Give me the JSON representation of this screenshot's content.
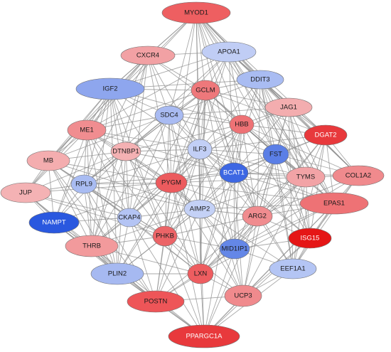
{
  "network": {
    "nodes": [
      {
        "id": "MYOD1",
        "color": "#ee5f61"
      },
      {
        "id": "CXCR4",
        "color": "#f2a1a4"
      },
      {
        "id": "APOA1",
        "color": "#c0cdf5"
      },
      {
        "id": "IGF2",
        "color": "#8ea6ee"
      },
      {
        "id": "DDIT3",
        "color": "#a9bcf2"
      },
      {
        "id": "GCLM",
        "color": "#ee787b"
      },
      {
        "id": "JAG1",
        "color": "#f3adaf"
      },
      {
        "id": "SDC4",
        "color": "#a9bbf2"
      },
      {
        "id": "HBB",
        "color": "#ee7275"
      },
      {
        "id": "DGAT2",
        "color": "#e8393c"
      },
      {
        "id": "ME1",
        "color": "#f08d90"
      },
      {
        "id": "DTNBP1",
        "color": "#f4b1b3"
      },
      {
        "id": "ILF3",
        "color": "#c2cff6"
      },
      {
        "id": "FST",
        "color": "#5b7fe6"
      },
      {
        "id": "MB",
        "color": "#f4adaf"
      },
      {
        "id": "BCAT1",
        "color": "#3d67e3"
      },
      {
        "id": "TYMS",
        "color": "#f2a3a6"
      },
      {
        "id": "COL1A2",
        "color": "#f08a8d"
      },
      {
        "id": "RPL9",
        "color": "#a9bcf2"
      },
      {
        "id": "PYGM",
        "color": "#ec5b5e"
      },
      {
        "id": "JUP",
        "color": "#f4b2b4"
      },
      {
        "id": "EPAS1",
        "color": "#ee7275"
      },
      {
        "id": "AIMP2",
        "color": "#c4d1f6"
      },
      {
        "id": "ARG2",
        "color": "#f08c8f"
      },
      {
        "id": "CKAP4",
        "color": "#b4c4f4"
      },
      {
        "id": "NAMPT",
        "color": "#2a58df"
      },
      {
        "id": "ISG15",
        "color": "#e51616"
      },
      {
        "id": "PHKB",
        "color": "#ec6467"
      },
      {
        "id": "THRB",
        "color": "#f29a9c"
      },
      {
        "id": "MID1IP1",
        "color": "#6487e7"
      },
      {
        "id": "EEF1A1",
        "color": "#b4c5f4"
      },
      {
        "id": "PLIN2",
        "color": "#a6b9f1"
      },
      {
        "id": "LXN",
        "color": "#ee5d60"
      },
      {
        "id": "UCP3",
        "color": "#f08a8d"
      },
      {
        "id": "POSTN",
        "color": "#ee5558"
      },
      {
        "id": "PPARGC1A",
        "color": "#e8393c"
      }
    ],
    "edges": [
      [
        "MYOD1",
        "APOA1"
      ],
      [
        "MYOD1",
        "CXCR4"
      ],
      [
        "MYOD1",
        "DDIT3"
      ],
      [
        "MYOD1",
        "IGF2"
      ],
      [
        "MYOD1",
        "GCLM"
      ],
      [
        "MYOD1",
        "JAG1"
      ],
      [
        "MYOD1",
        "DGAT2"
      ],
      [
        "MYOD1",
        "HBB"
      ],
      [
        "MYOD1",
        "SDC4"
      ],
      [
        "MYOD1",
        "ILF3"
      ],
      [
        "MYOD1",
        "FST"
      ],
      [
        "MYOD1",
        "BCAT1"
      ],
      [
        "MYOD1",
        "PYGM"
      ],
      [
        "MYOD1",
        "ME1"
      ],
      [
        "MYOD1",
        "MB"
      ],
      [
        "MYOD1",
        "TYMS"
      ],
      [
        "MYOD1",
        "COL1A2"
      ],
      [
        "MYOD1",
        "EPAS1"
      ],
      [
        "MYOD1",
        "AIMP2"
      ],
      [
        "MYOD1",
        "ARG2"
      ],
      [
        "CXCR4",
        "IGF2"
      ],
      [
        "CXCR4",
        "APOA1"
      ],
      [
        "CXCR4",
        "GCLM"
      ],
      [
        "CXCR4",
        "SDC4"
      ],
      [
        "CXCR4",
        "ME1"
      ],
      [
        "CXCR4",
        "MB"
      ],
      [
        "CXCR4",
        "DTNBP1"
      ],
      [
        "CXCR4",
        "JUP"
      ],
      [
        "CXCR4",
        "RPL9"
      ],
      [
        "CXCR4",
        "HBB"
      ],
      [
        "CXCR4",
        "THRB"
      ],
      [
        "CXCR4",
        "CKAP4"
      ],
      [
        "CXCR4",
        "PYGM"
      ],
      [
        "CXCR4",
        "ILF3"
      ],
      [
        "APOA1",
        "DDIT3"
      ],
      [
        "APOA1",
        "JAG1"
      ],
      [
        "APOA1",
        "DGAT2"
      ],
      [
        "APOA1",
        "HBB"
      ],
      [
        "APOA1",
        "FST"
      ],
      [
        "APOA1",
        "IGF2"
      ],
      [
        "APOA1",
        "GCLM"
      ],
      [
        "APOA1",
        "SDC4"
      ],
      [
        "APOA1",
        "TYMS"
      ],
      [
        "APOA1",
        "COL1A2"
      ],
      [
        "APOA1",
        "EPAS1"
      ],
      [
        "APOA1",
        "ILF3"
      ],
      [
        "APOA1",
        "PYGM"
      ],
      [
        "APOA1",
        "ME1"
      ],
      [
        "APOA1",
        "RPL9"
      ],
      [
        "APOA1",
        "BCAT1"
      ],
      [
        "IGF2",
        "SDC4"
      ],
      [
        "IGF2",
        "ME1"
      ],
      [
        "IGF2",
        "MB"
      ],
      [
        "IGF2",
        "JUP"
      ],
      [
        "IGF2",
        "GCLM"
      ],
      [
        "IGF2",
        "DTNBP1"
      ],
      [
        "IGF2",
        "RPL9"
      ],
      [
        "IGF2",
        "NAMPT"
      ],
      [
        "IGF2",
        "ILF3"
      ],
      [
        "IGF2",
        "PYGM"
      ],
      [
        "IGF2",
        "HBB"
      ],
      [
        "IGF2",
        "THRB"
      ],
      [
        "IGF2",
        "PHKB"
      ],
      [
        "IGF2",
        "CKAP4"
      ],
      [
        "IGF2",
        "PLIN2"
      ],
      [
        "IGF2",
        "DDIT3"
      ],
      [
        "DDIT3",
        "JAG1"
      ],
      [
        "DDIT3",
        "GCLM"
      ],
      [
        "DDIT3",
        "HBB"
      ],
      [
        "DDIT3",
        "DGAT2"
      ],
      [
        "DDIT3",
        "FST"
      ],
      [
        "DDIT3",
        "TYMS"
      ],
      [
        "DDIT3",
        "COL1A2"
      ],
      [
        "DDIT3",
        "EPAS1"
      ],
      [
        "DDIT3",
        "SDC4"
      ],
      [
        "DDIT3",
        "ILF3"
      ],
      [
        "DDIT3",
        "BCAT1"
      ],
      [
        "DDIT3",
        "ISG15"
      ],
      [
        "DDIT3",
        "EEF1A1"
      ],
      [
        "DDIT3",
        "ARG2"
      ],
      [
        "GCLM",
        "HBB"
      ],
      [
        "GCLM",
        "SDC4"
      ],
      [
        "GCLM",
        "JAG1"
      ],
      [
        "GCLM",
        "ILF3"
      ],
      [
        "GCLM",
        "FST"
      ],
      [
        "GCLM",
        "BCAT1"
      ],
      [
        "GCLM",
        "DTNBP1"
      ],
      [
        "GCLM",
        "ME1"
      ],
      [
        "GCLM",
        "PYGM"
      ],
      [
        "GCLM",
        "AIMP2"
      ],
      [
        "GCLM",
        "ARG2"
      ],
      [
        "GCLM",
        "TYMS"
      ],
      [
        "GCLM",
        "DGAT2"
      ],
      [
        "GCLM",
        "RPL9"
      ],
      [
        "GCLM",
        "CKAP4"
      ],
      [
        "GCLM",
        "PHKB"
      ],
      [
        "GCLM",
        "MID1IP1"
      ],
      [
        "GCLM",
        "LXN"
      ],
      [
        "JAG1",
        "DGAT2"
      ],
      [
        "JAG1",
        "HBB"
      ],
      [
        "JAG1",
        "FST"
      ],
      [
        "JAG1",
        "TYMS"
      ],
      [
        "JAG1",
        "COL1A2"
      ],
      [
        "JAG1",
        "EPAS1"
      ],
      [
        "JAG1",
        "BCAT1"
      ],
      [
        "JAG1",
        "ARG2"
      ],
      [
        "JAG1",
        "ISG15"
      ],
      [
        "JAG1",
        "EEF1A1"
      ],
      [
        "JAG1",
        "ILF3"
      ],
      [
        "JAG1",
        "SDC4"
      ],
      [
        "SDC4",
        "ME1"
      ],
      [
        "SDC4",
        "DTNBP1"
      ],
      [
        "SDC4",
        "ILF3"
      ],
      [
        "SDC4",
        "HBB"
      ],
      [
        "SDC4",
        "PYGM"
      ],
      [
        "SDC4",
        "RPL9"
      ],
      [
        "SDC4",
        "MB"
      ],
      [
        "SDC4",
        "BCAT1"
      ],
      [
        "SDC4",
        "AIMP2"
      ],
      [
        "SDC4",
        "CKAP4"
      ],
      [
        "SDC4",
        "PHKB"
      ],
      [
        "SDC4",
        "FST"
      ],
      [
        "SDC4",
        "THRB"
      ],
      [
        "SDC4",
        "LXN"
      ],
      [
        "HBB",
        "DGAT2"
      ],
      [
        "HBB",
        "FST"
      ],
      [
        "HBB",
        "ILF3"
      ],
      [
        "HBB",
        "BCAT1"
      ],
      [
        "HBB",
        "PYGM"
      ],
      [
        "HBB",
        "TYMS"
      ],
      [
        "HBB",
        "ARG2"
      ],
      [
        "HBB",
        "AIMP2"
      ],
      [
        "HBB",
        "EPAS1"
      ],
      [
        "HBB",
        "MID1IP1"
      ],
      [
        "HBB",
        "PHKB"
      ],
      [
        "HBB",
        "LXN"
      ],
      [
        "HBB",
        "COL1A2"
      ],
      [
        "HBB",
        "ISG15"
      ],
      [
        "HBB",
        "DTNBP1"
      ],
      [
        "DGAT2",
        "FST"
      ],
      [
        "DGAT2",
        "TYMS"
      ],
      [
        "DGAT2",
        "COL1A2"
      ],
      [
        "DGAT2",
        "EPAS1"
      ],
      [
        "DGAT2",
        "ISG15"
      ],
      [
        "DGAT2",
        "BCAT1"
      ],
      [
        "DGAT2",
        "ARG2"
      ],
      [
        "DGAT2",
        "EEF1A1"
      ],
      [
        "DGAT2",
        "MID1IP1"
      ],
      [
        "DGAT2",
        "ILF3"
      ],
      [
        "ME1",
        "MB"
      ],
      [
        "ME1",
        "DTNBP1"
      ],
      [
        "ME1",
        "JUP"
      ],
      [
        "ME1",
        "RPL9"
      ],
      [
        "ME1",
        "ILF3"
      ],
      [
        "ME1",
        "PYGM"
      ],
      [
        "ME1",
        "NAMPT"
      ],
      [
        "ME1",
        "CKAP4"
      ],
      [
        "ME1",
        "THRB"
      ],
      [
        "ME1",
        "PHKB"
      ],
      [
        "ME1",
        "AIMP2"
      ],
      [
        "ME1",
        "BCAT1"
      ],
      [
        "ME1",
        "PLIN2"
      ],
      [
        "DTNBP1",
        "ILF3"
      ],
      [
        "DTNBP1",
        "MB"
      ],
      [
        "DTNBP1",
        "RPL9"
      ],
      [
        "DTNBP1",
        "PYGM"
      ],
      [
        "DTNBP1",
        "JUP"
      ],
      [
        "DTNBP1",
        "CKAP4"
      ],
      [
        "DTNBP1",
        "AIMP2"
      ],
      [
        "DTNBP1",
        "NAMPT"
      ],
      [
        "DTNBP1",
        "THRB"
      ],
      [
        "DTNBP1",
        "PHKB"
      ],
      [
        "DTNBP1",
        "BCAT1"
      ],
      [
        "DTNBP1",
        "PLIN2"
      ],
      [
        "DTNBP1",
        "LXN"
      ],
      [
        "ILF3",
        "FST"
      ],
      [
        "ILF3",
        "BCAT1"
      ],
      [
        "ILF3",
        "PYGM"
      ],
      [
        "ILF3",
        "AIMP2"
      ],
      [
        "ILF3",
        "ARG2"
      ],
      [
        "ILF3",
        "TYMS"
      ],
      [
        "ILF3",
        "RPL9"
      ],
      [
        "ILF3",
        "CKAP4"
      ],
      [
        "ILF3",
        "PHKB"
      ],
      [
        "ILF3",
        "MID1IP1"
      ],
      [
        "ILF3",
        "LXN"
      ],
      [
        "ILF3",
        "EPAS1"
      ],
      [
        "ILF3",
        "ISG15"
      ],
      [
        "ILF3",
        "THRB"
      ],
      [
        "ILF3",
        "PLIN2"
      ],
      [
        "ILF3",
        "UCP3"
      ],
      [
        "ILF3",
        "POSTN"
      ],
      [
        "FST",
        "BCAT1"
      ],
      [
        "FST",
        "TYMS"
      ],
      [
        "FST",
        "COL1A2"
      ],
      [
        "FST",
        "EPAS1"
      ],
      [
        "FST",
        "ARG2"
      ],
      [
        "FST",
        "AIMP2"
      ],
      [
        "FST",
        "ISG15"
      ],
      [
        "FST",
        "MID1IP1"
      ],
      [
        "FST",
        "EEF1A1"
      ],
      [
        "FST",
        "PYGM"
      ],
      [
        "FST",
        "LXN"
      ],
      [
        "FST",
        "UCP3"
      ],
      [
        "MB",
        "JUP"
      ],
      [
        "MB",
        "RPL9"
      ],
      [
        "MB",
        "NAMPT"
      ],
      [
        "MB",
        "PYGM"
      ],
      [
        "MB",
        "CKAP4"
      ],
      [
        "MB",
        "THRB"
      ],
      [
        "MB",
        "PLIN2"
      ],
      [
        "MB",
        "PHKB"
      ],
      [
        "MB",
        "AIMP2"
      ],
      [
        "MB",
        "POSTN"
      ],
      [
        "BCAT1",
        "PYGM"
      ],
      [
        "BCAT1",
        "AIMP2"
      ],
      [
        "BCAT1",
        "ARG2"
      ],
      [
        "BCAT1",
        "TYMS"
      ],
      [
        "BCAT1",
        "EPAS1"
      ],
      [
        "BCAT1",
        "MID1IP1"
      ],
      [
        "BCAT1",
        "PHKB"
      ],
      [
        "BCAT1",
        "LXN"
      ],
      [
        "BCAT1",
        "ISG15"
      ],
      [
        "BCAT1",
        "EEF1A1"
      ],
      [
        "BCAT1",
        "UCP3"
      ],
      [
        "BCAT1",
        "RPL9"
      ],
      [
        "BCAT1",
        "COL1A2"
      ],
      [
        "BCAT1",
        "PPARGC1A"
      ],
      [
        "TYMS",
        "COL1A2"
      ],
      [
        "TYMS",
        "EPAS1"
      ],
      [
        "TYMS",
        "ARG2"
      ],
      [
        "TYMS",
        "ISG15"
      ],
      [
        "TYMS",
        "EEF1A1"
      ],
      [
        "TYMS",
        "MID1IP1"
      ],
      [
        "TYMS",
        "AIMP2"
      ],
      [
        "TYMS",
        "LXN"
      ],
      [
        "TYMS",
        "UCP3"
      ],
      [
        "TYMS",
        "PYGM"
      ],
      [
        "COL1A2",
        "EPAS1"
      ],
      [
        "COL1A2",
        "ISG15"
      ],
      [
        "COL1A2",
        "EEF1A1"
      ],
      [
        "COL1A2",
        "ARG2"
      ],
      [
        "COL1A2",
        "MID1IP1"
      ],
      [
        "RPL9",
        "JUP"
      ],
      [
        "RPL9",
        "NAMPT"
      ],
      [
        "RPL9",
        "CKAP4"
      ],
      [
        "RPL9",
        "PYGM"
      ],
      [
        "RPL9",
        "THRB"
      ],
      [
        "RPL9",
        "AIMP2"
      ],
      [
        "RPL9",
        "PHKB"
      ],
      [
        "RPL9",
        "PLIN2"
      ],
      [
        "RPL9",
        "POSTN"
      ],
      [
        "RPL9",
        "LXN"
      ],
      [
        "PYGM",
        "AIMP2"
      ],
      [
        "PYGM",
        "ARG2"
      ],
      [
        "PYGM",
        "PHKB"
      ],
      [
        "PYGM",
        "CKAP4"
      ],
      [
        "PYGM",
        "LXN"
      ],
      [
        "PYGM",
        "MID1IP1"
      ],
      [
        "PYGM",
        "THRB"
      ],
      [
        "PYGM",
        "PLIN2"
      ],
      [
        "PYGM",
        "POSTN"
      ],
      [
        "PYGM",
        "UCP3"
      ],
      [
        "PYGM",
        "NAMPT"
      ],
      [
        "PYGM",
        "EPAS1"
      ],
      [
        "PYGM",
        "PPARGC1A"
      ],
      [
        "PYGM",
        "JUP"
      ],
      [
        "JUP",
        "NAMPT"
      ],
      [
        "JUP",
        "THRB"
      ],
      [
        "JUP",
        "CKAP4"
      ],
      [
        "JUP",
        "PLIN2"
      ],
      [
        "JUP",
        "POSTN"
      ],
      [
        "JUP",
        "PHKB"
      ],
      [
        "EPAS1",
        "ARG2"
      ],
      [
        "EPAS1",
        "ISG15"
      ],
      [
        "EPAS1",
        "EEF1A1"
      ],
      [
        "EPAS1",
        "MID1IP1"
      ],
      [
        "EPAS1",
        "AIMP2"
      ],
      [
        "EPAS1",
        "LXN"
      ],
      [
        "EPAS1",
        "UCP3"
      ],
      [
        "EPAS1",
        "PPARGC1A"
      ],
      [
        "AIMP2",
        "ARG2"
      ],
      [
        "AIMP2",
        "PHKB"
      ],
      [
        "AIMP2",
        "MID1IP1"
      ],
      [
        "AIMP2",
        "LXN"
      ],
      [
        "AIMP2",
        "CKAP4"
      ],
      [
        "AIMP2",
        "UCP3"
      ],
      [
        "AIMP2",
        "EEF1A1"
      ],
      [
        "AIMP2",
        "POSTN"
      ],
      [
        "AIMP2",
        "PPARGC1A"
      ],
      [
        "AIMP2",
        "PLIN2"
      ],
      [
        "AIMP2",
        "THRB"
      ],
      [
        "ARG2",
        "ISG15"
      ],
      [
        "ARG2",
        "MID1IP1"
      ],
      [
        "ARG2",
        "EEF1A1"
      ],
      [
        "ARG2",
        "LXN"
      ],
      [
        "ARG2",
        "UCP3"
      ],
      [
        "ARG2",
        "PHKB"
      ],
      [
        "ARG2",
        "PPARGC1A"
      ],
      [
        "ARG2",
        "POSTN"
      ],
      [
        "CKAP4",
        "NAMPT"
      ],
      [
        "CKAP4",
        "THRB"
      ],
      [
        "CKAP4",
        "PHKB"
      ],
      [
        "CKAP4",
        "PLIN2"
      ],
      [
        "CKAP4",
        "LXN"
      ],
      [
        "CKAP4",
        "POSTN"
      ],
      [
        "CKAP4",
        "PPARGC1A"
      ],
      [
        "NAMPT",
        "THRB"
      ],
      [
        "NAMPT",
        "PLIN2"
      ],
      [
        "NAMPT",
        "POSTN"
      ],
      [
        "NAMPT",
        "PPARGC1A"
      ],
      [
        "ISG15",
        "EEF1A1"
      ],
      [
        "ISG15",
        "MID1IP1"
      ],
      [
        "ISG15",
        "UCP3"
      ],
      [
        "ISG15",
        "PPARGC1A"
      ],
      [
        "PHKB",
        "THRB"
      ],
      [
        "PHKB",
        "LXN"
      ],
      [
        "PHKB",
        "MID1IP1"
      ],
      [
        "PHKB",
        "PLIN2"
      ],
      [
        "PHKB",
        "POSTN"
      ],
      [
        "PHKB",
        "UCP3"
      ],
      [
        "PHKB",
        "PPARGC1A"
      ],
      [
        "THRB",
        "PLIN2"
      ],
      [
        "THRB",
        "POSTN"
      ],
      [
        "THRB",
        "PPARGC1A"
      ],
      [
        "THRB",
        "LXN"
      ],
      [
        "MID1IP1",
        "EEF1A1"
      ],
      [
        "MID1IP1",
        "LXN"
      ],
      [
        "MID1IP1",
        "UCP3"
      ],
      [
        "MID1IP1",
        "PPARGC1A"
      ],
      [
        "MID1IP1",
        "POSTN"
      ],
      [
        "EEF1A1",
        "UCP3"
      ],
      [
        "EEF1A1",
        "PPARGC1A"
      ],
      [
        "PLIN2",
        "POSTN"
      ],
      [
        "PLIN2",
        "LXN"
      ],
      [
        "PLIN2",
        "PPARGC1A"
      ],
      [
        "LXN",
        "POSTN"
      ],
      [
        "LXN",
        "UCP3"
      ],
      [
        "LXN",
        "PPARGC1A"
      ],
      [
        "UCP3",
        "PPARGC1A"
      ],
      [
        "UCP3",
        "POSTN"
      ],
      [
        "POSTN",
        "PPARGC1A"
      ]
    ]
  }
}
